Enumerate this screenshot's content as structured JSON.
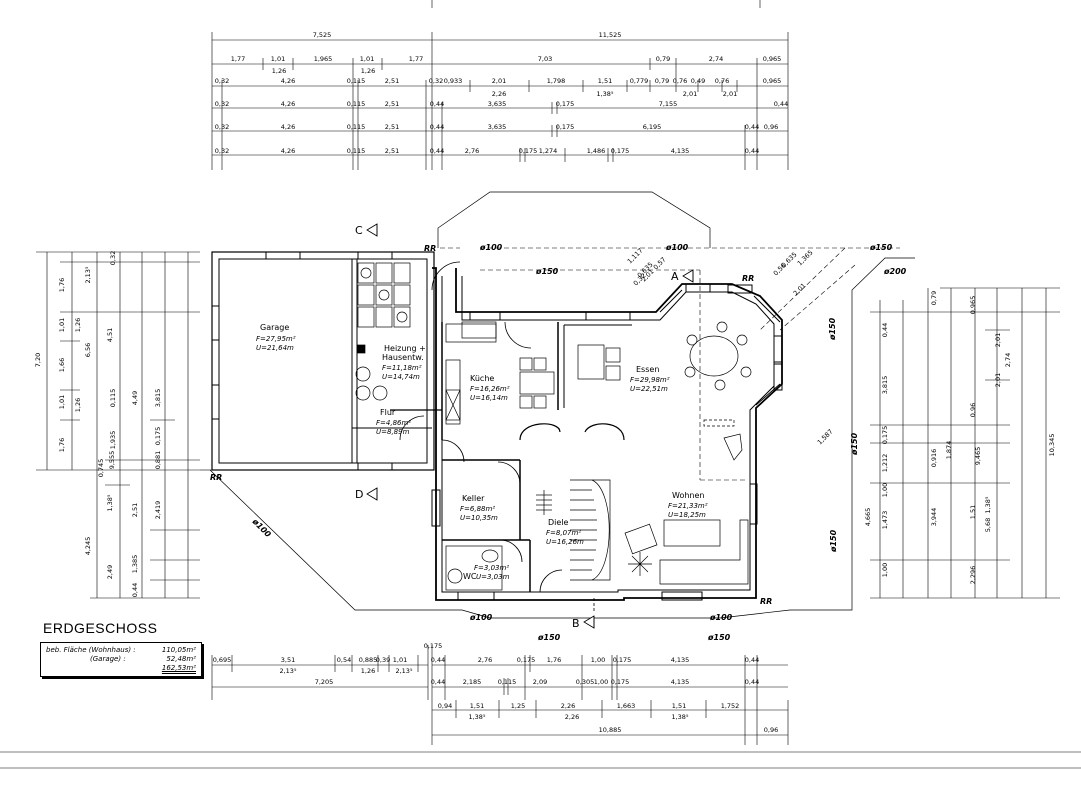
{
  "drawing": {
    "title": "ERDGESCHOSS",
    "area_summary": {
      "label": "beb. Fläche",
      "rows": [
        {
          "name": "(Wohnhaus) :",
          "value": "110,05m²"
        },
        {
          "name": "(Garage)  :",
          "value": "52,48m²"
        },
        {
          "name": "",
          "value": "162,53m²"
        }
      ]
    }
  },
  "rooms": {
    "garage": {
      "name": "Garage",
      "f": "F=27,95m²",
      "u": "U=21,64m"
    },
    "heizung": {
      "name": "Heizung +",
      "name2": "Hausentw.",
      "f": "F=11,18m²",
      "u": "U=14,74m"
    },
    "kueche": {
      "name": "Küche",
      "f": "F=16,26m²",
      "u": "U=16,14m"
    },
    "essen": {
      "name": "Essen",
      "f": "F=29,98m²",
      "u": "U=22,51m"
    },
    "flur": {
      "name": "Flur",
      "f": "F=4,86m²",
      "u": "U=8,89m"
    },
    "keller": {
      "name": "Keller",
      "f": "F=6,88m²",
      "u": "U=10,35m"
    },
    "diele": {
      "name": "Diele",
      "f": "F=8,07m²",
      "u": "U=16,26m"
    },
    "wohnen": {
      "name": "Wohnen",
      "f": "F=21,33m²",
      "u": "U=18,25m"
    },
    "wc": {
      "name": "WC",
      "f": "F=3,03m²",
      "u": "U=3,03m"
    }
  },
  "sections": {
    "a": "A",
    "b": "B",
    "c": "C",
    "d": "D"
  },
  "annotations": {
    "rr": "RR",
    "d100": "ø100",
    "d150": "ø150",
    "d200": "ø200"
  },
  "dimensions": {
    "top_row1": [
      "7,525",
      "11,525"
    ],
    "top_row2": [
      "1,77",
      "1,01",
      "1,965",
      "1,01",
      "1,77",
      "7,03",
      "0,79",
      "2,74",
      "0,965"
    ],
    "top_row2_sub": [
      "1,26",
      "1,26"
    ],
    "top_row3": [
      "0,32",
      "4,26",
      "0,115",
      "2,51",
      "0,32",
      "0,933",
      "2,01",
      "1,798",
      "1,51",
      "0,779",
      "0,79",
      "0,76",
      "0,49",
      "0,76",
      "0,965"
    ],
    "top_row3_sub": [
      "2,26",
      "1,38⁵",
      "2,01",
      "2,01"
    ],
    "top_row4": [
      "0,32",
      "4,26",
      "0,115",
      "2,51",
      "0,44",
      "3,635",
      "0,175",
      "7,155",
      "0,44"
    ],
    "top_row5": [
      "0,32",
      "4,26",
      "0,115",
      "2,51",
      "0,44",
      "3,635",
      "0,175",
      "6,195",
      "0,44",
      "0,96"
    ],
    "top_row6": [
      "0,32",
      "4,26",
      "0,115",
      "2,51",
      "0,44",
      "2,76",
      "0,175",
      "1,274",
      "1,486",
      "0,175",
      "4,135",
      "0,44"
    ],
    "bottom_row1": [
      "0,695",
      "3,51",
      "0,54",
      "0,885",
      "0,39",
      "1,01",
      "0,175",
      "0,44",
      "2,76",
      "0,175",
      "1,76",
      "1,00",
      "0,175",
      "4,135",
      "0,44"
    ],
    "bottom_row1_sub": [
      "2,13⁵",
      "1,26",
      "2,13⁵"
    ],
    "bottom_row2": [
      "7,205",
      "0,44",
      "2,185",
      "0,115",
      "2,09",
      "0,305",
      "1,00",
      "0,175",
      "4,135",
      "0,44"
    ],
    "bottom_row3": [
      "0,94",
      "1,51",
      "1,25",
      "2,26",
      "1,663",
      "1,51",
      "1,752"
    ],
    "bottom_row3_sub": [
      "1,38⁵",
      "2,26",
      "1,38⁵"
    ],
    "bottom_row4": [
      "10,885",
      "0,96"
    ],
    "left_cols": [
      "7,20",
      "1,76",
      "1,01",
      "1,66",
      "1,01",
      "1,76",
      "6,56",
      "4,51",
      "9,555",
      "4,245",
      "2,49",
      "1,26",
      "1,26",
      "2,13⁵",
      "0,115",
      "1,935",
      "0,745",
      "1,38⁵",
      "4,49",
      "3,815",
      "0,175",
      "0,881",
      "2,51",
      "2,419",
      "1,385",
      "0,44",
      "0,32"
    ],
    "right_cols": [
      "0,44",
      "0,79",
      "0,965",
      "2,74",
      "2,01",
      "2,01",
      "3,815",
      "0,175",
      "1,212",
      "1,874",
      "1,00",
      "1,473",
      "1,00",
      "4,665",
      "3,944",
      "9,465",
      "10,345",
      "1,51",
      "1,38⁵",
      "5,68",
      "2,296",
      "0,96",
      "0,916"
    ],
    "bay_labels": [
      "1,117",
      "0,32",
      "0,635",
      "0,57",
      "2,01",
      "1,365",
      "0,56",
      "0,635",
      "2,01",
      "1,587"
    ]
  }
}
